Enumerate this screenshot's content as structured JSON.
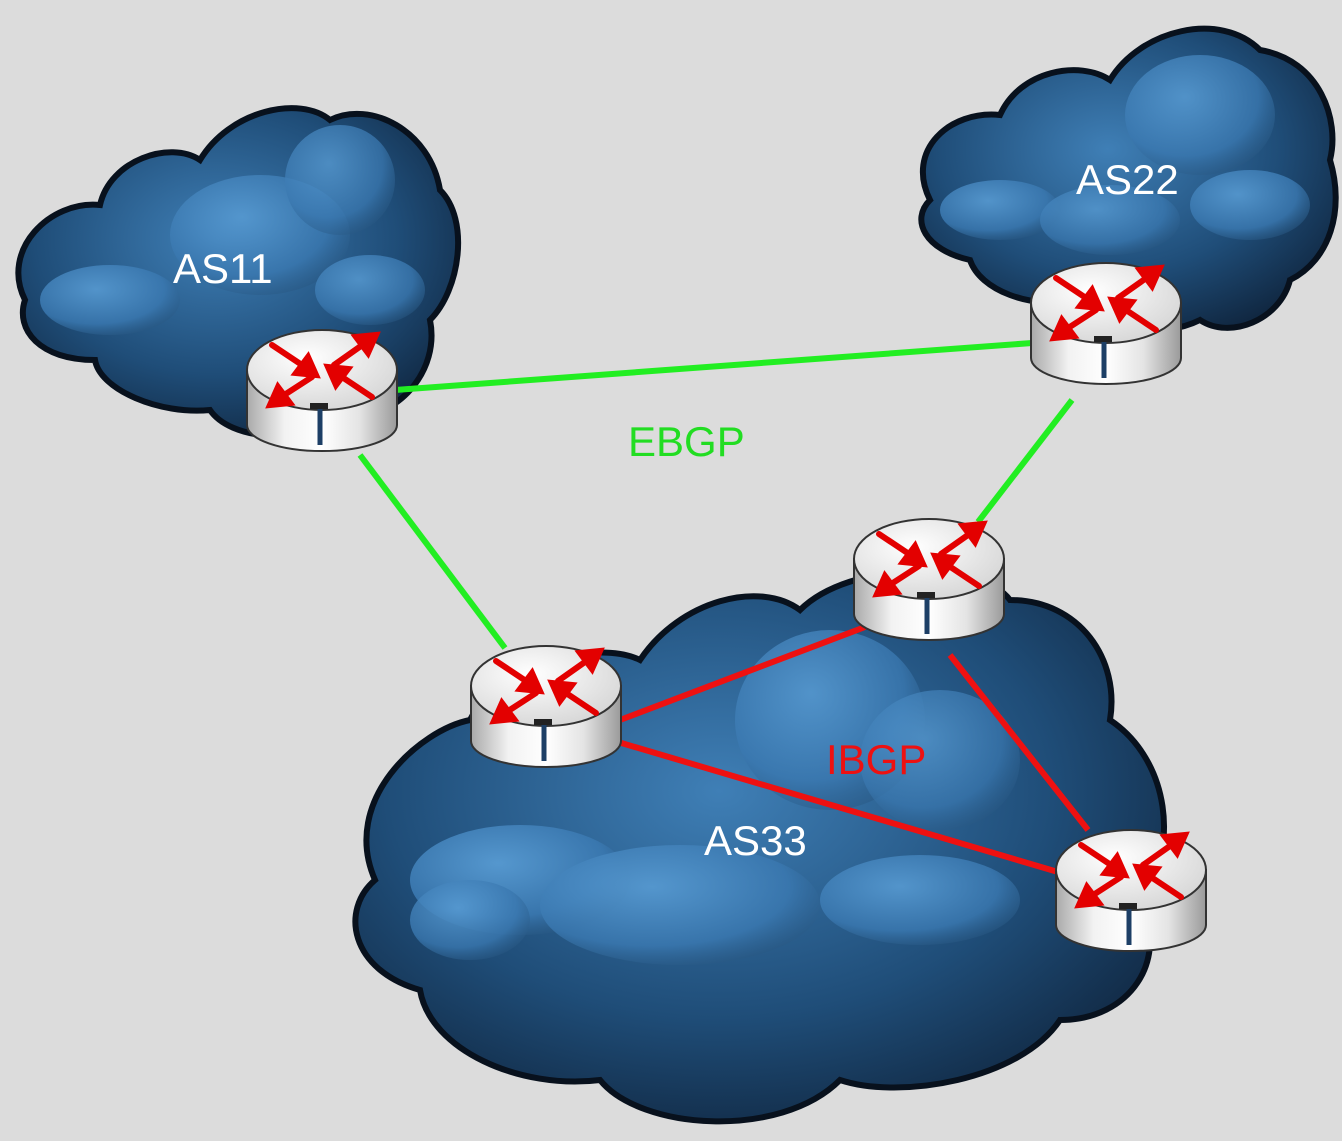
{
  "labels": {
    "as11": "AS11",
    "as22": "AS22",
    "as33": "AS33",
    "ebgp": "EBGP",
    "ibgp": "IBGP"
  },
  "colors": {
    "background": "#dcdcdc",
    "ebgp_link": "#22ee22",
    "ibgp_link": "#ee1111",
    "ebgp_text": "#22dd22",
    "ibgp_text": "#ee1111",
    "as_text": "#ffffff",
    "cloud_light": "#4a8fc8",
    "cloud_dark": "#0b1a2e",
    "router_arrow": "#e30000"
  },
  "icons": {
    "cloud": "cloud-icon",
    "router": "router-icon"
  },
  "nodes": [
    {
      "id": "r-as11",
      "as": "AS11"
    },
    {
      "id": "r-as22",
      "as": "AS22"
    },
    {
      "id": "r-as33-left",
      "as": "AS33"
    },
    {
      "id": "r-as33-top",
      "as": "AS33"
    },
    {
      "id": "r-as33-right",
      "as": "AS33"
    }
  ],
  "links": [
    {
      "from": "r-as11",
      "to": "r-as22",
      "type": "EBGP"
    },
    {
      "from": "r-as11",
      "to": "r-as33-left",
      "type": "EBGP"
    },
    {
      "from": "r-as22",
      "to": "r-as33-top",
      "type": "EBGP"
    },
    {
      "from": "r-as33-left",
      "to": "r-as33-top",
      "type": "IBGP"
    },
    {
      "from": "r-as33-left",
      "to": "r-as33-right",
      "type": "IBGP"
    },
    {
      "from": "r-as33-top",
      "to": "r-as33-right",
      "type": "IBGP"
    }
  ]
}
